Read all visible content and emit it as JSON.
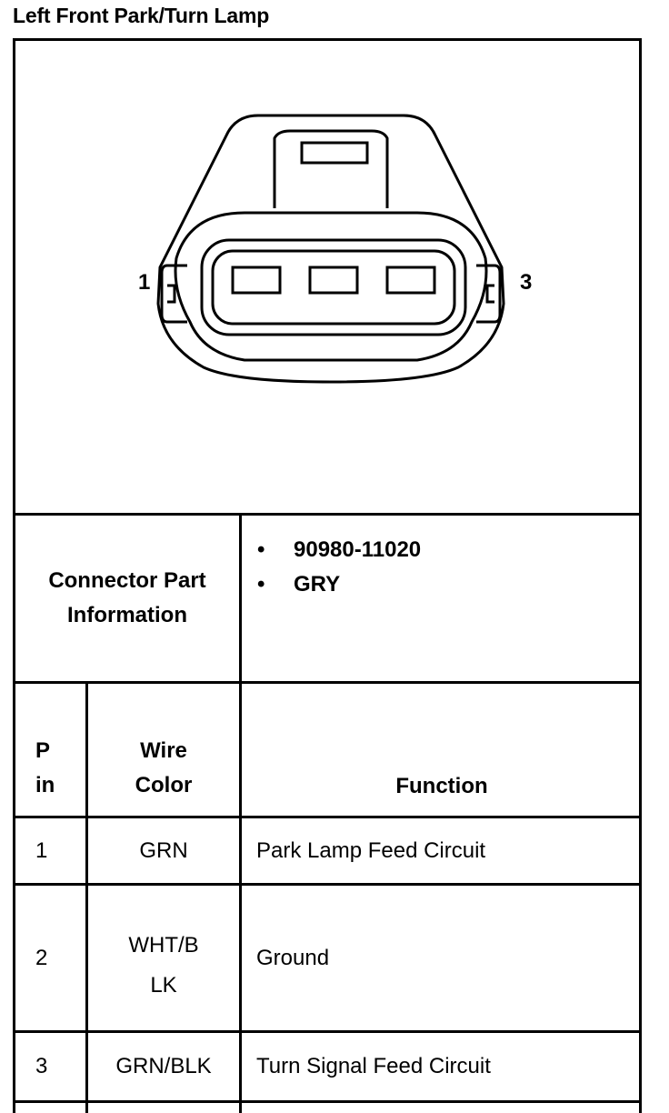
{
  "title": "Left Front Park/Turn Lamp",
  "connector": {
    "pin_left_label": "1",
    "pin_right_label": "3"
  },
  "part_info": {
    "label_line1": "Connector Part",
    "label_line2": "Information",
    "items": [
      "90980-11020",
      "GRY"
    ]
  },
  "table": {
    "header": {
      "pin_line1": "P",
      "pin_line2": "in",
      "wire_line1": "Wire",
      "wire_line2": "Color",
      "function": "Function"
    },
    "rows": [
      {
        "pin": "1",
        "wire_line1": "GRN",
        "wire_line2": "",
        "function": "Park Lamp Feed Circuit"
      },
      {
        "pin": "2",
        "wire_line1": "WHT/B",
        "wire_line2": "LK",
        "function": "Ground"
      },
      {
        "pin": "3",
        "wire_line1": "GRN/BLK",
        "wire_line2": "",
        "function": "Turn Signal Feed Circuit"
      }
    ]
  }
}
